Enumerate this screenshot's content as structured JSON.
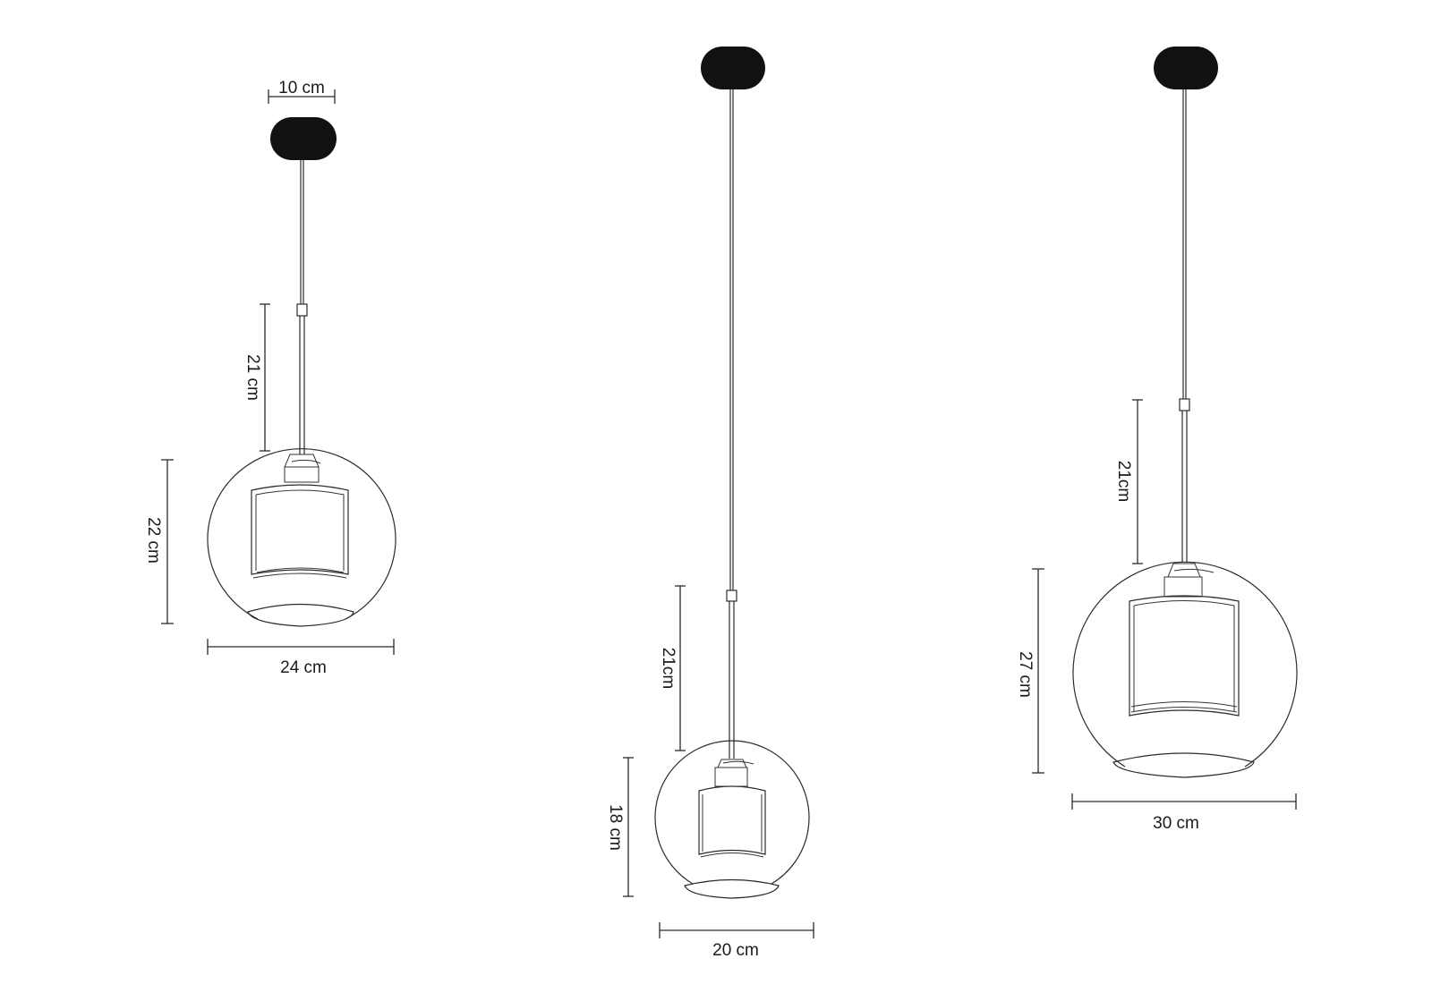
{
  "drawings": [
    {
      "id": "lamp-24",
      "canopy_width_label": "10 cm",
      "drop_label": "21 cm",
      "height_label": "22 cm",
      "width_label": "24 cm"
    },
    {
      "id": "lamp-20",
      "drop_label": "21cm",
      "height_label": "18 cm",
      "width_label": "20 cm"
    },
    {
      "id": "lamp-30",
      "drop_label": "21cm",
      "height_label": "27 cm",
      "width_label": "30 cm"
    }
  ]
}
